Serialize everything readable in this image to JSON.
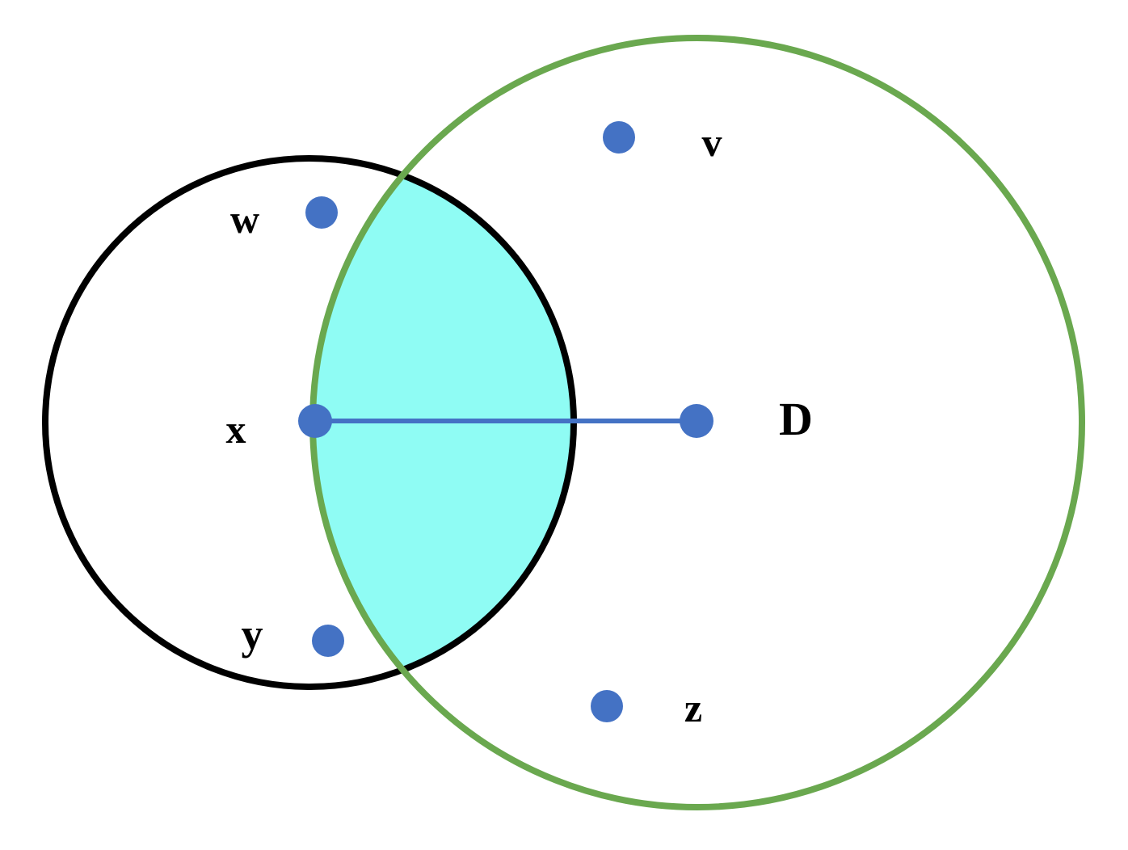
{
  "colors": {
    "black_circle": "#000000",
    "green_circle": "#6aa84f",
    "lens_fill": "#8ffcf4",
    "point": "#4472c4",
    "segment": "#4472c4",
    "label": "#000000"
  },
  "labels": {
    "w": "w",
    "v": "v",
    "x": "x",
    "D": "D",
    "y": "y",
    "z": "z"
  }
}
